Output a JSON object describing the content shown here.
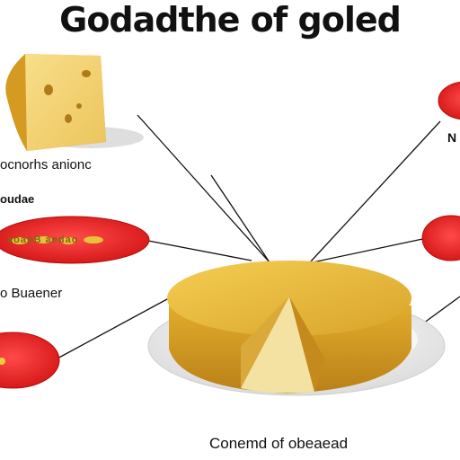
{
  "title": "Godadthe of goled",
  "labels": {
    "left_top": "ocnorhs anionc",
    "left_mid": "oudae",
    "left_bottom": "o Buaener",
    "right_top": "N",
    "center_caption": "Conemd of obeaead"
  },
  "bubble_text": "aoanB aedao",
  "colors": {
    "bubble_red": "#e31e1e",
    "cheese_yellow": "#e9b52f",
    "cheese_rind": "#c8921c",
    "plate": "#f3f3f3",
    "line": "#111111"
  }
}
